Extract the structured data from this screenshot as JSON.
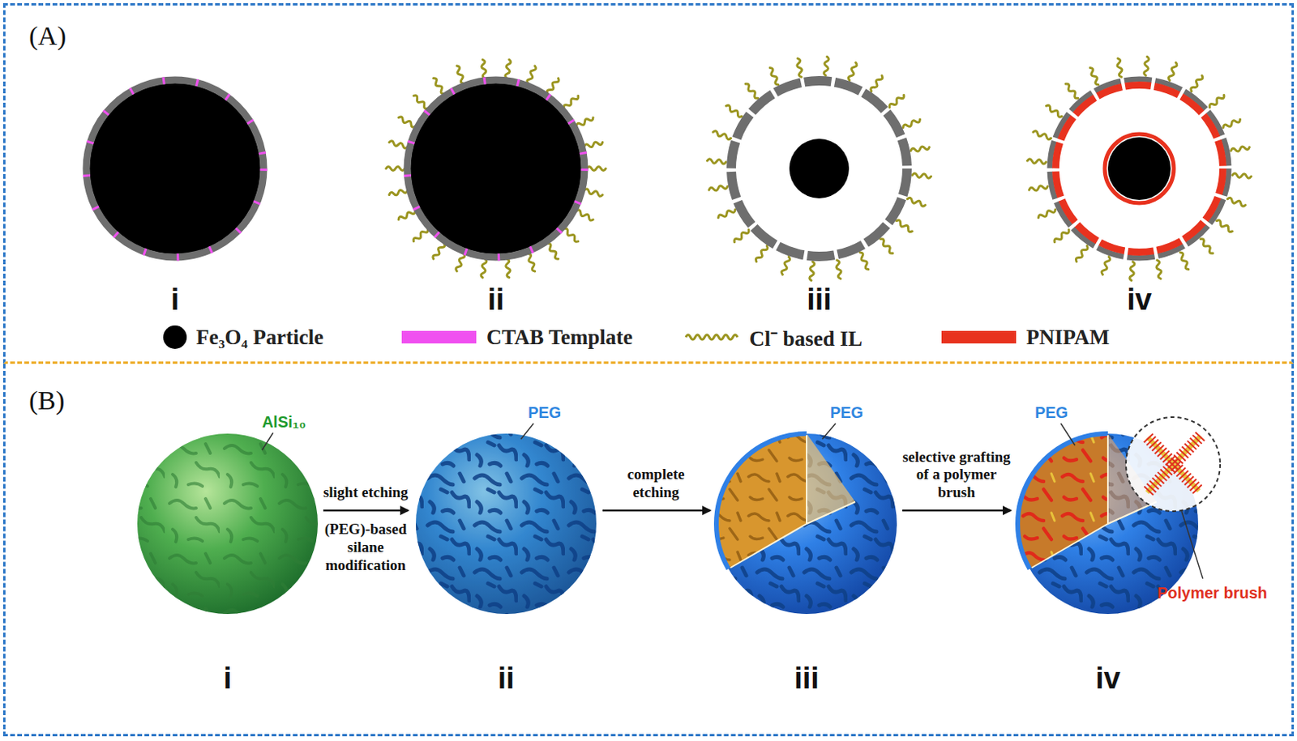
{
  "diagram": {
    "nodes": [
      {
        "text": [
          "(A)"
        ]
      },
      {
        "text": [
          "(B)"
        ]
      }
    ],
    "labels": [
      "i",
      "ii",
      "iii",
      "iv",
      "i",
      "ii",
      "iii",
      "iv",
      "AlSi₁₀",
      "PEG",
      "PEG",
      "PEG",
      "slight etching",
      "(PEG)-based silane modification",
      "complete etching",
      "selective grafting of a polymer brush",
      "Polymer brush"
    ],
    "legend": [
      {
        "text": "Fe₃O₄ Particle",
        "color": "#000000"
      },
      {
        "text": "CTAB Template",
        "color": "#f050f0"
      },
      {
        "text": "Cl⁻ based IL"
      },
      {
        "text": "PNIPAM",
        "color": "#e8321e"
      }
    ]
  }
}
